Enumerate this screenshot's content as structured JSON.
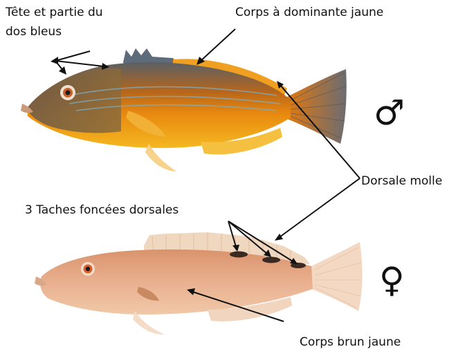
{
  "labels": {
    "head_back_blue": [
      "Tête et partie du",
      "dos bleus"
    ],
    "body_yellow": "Corps à dominante jaune",
    "soft_dorsal": "Dorsale molle",
    "dark_spots": "3 Taches foncées dorsales",
    "body_brown_yellow": "Corps brun jaune"
  },
  "symbols": {
    "male": "♂",
    "female": "♀"
  },
  "colors": {
    "male_body_orange": "#e8890f",
    "male_back_blue": "#5e6b7a",
    "male_belly_yellow": "#f5b820",
    "female_body_pink": "#e9b08f",
    "female_fin": "#f3d9c4",
    "spots": "#3a2a22"
  }
}
